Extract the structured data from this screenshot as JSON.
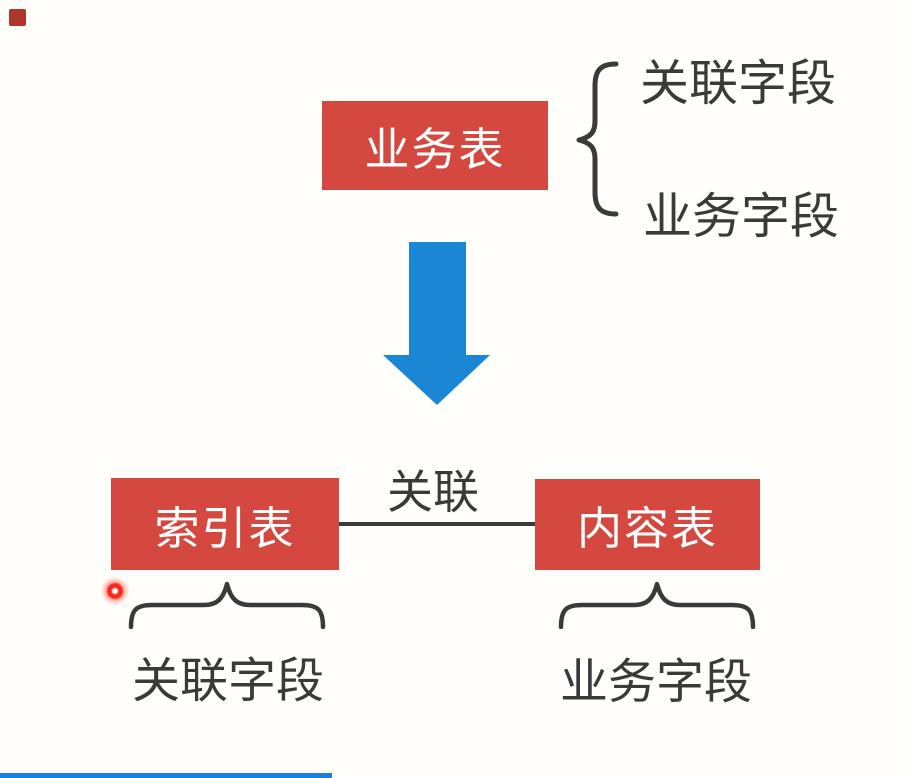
{
  "colors": {
    "background": "#fffefa",
    "accent_red": "#d4483f",
    "arrow_blue": "#1b86d3",
    "ink": "#3a3a3a",
    "overlay_square_red": "#ad352b",
    "overlay_progress_blue": "#1583dd",
    "laser_dot_red": "#f5281b",
    "box_text_white": "#ffffff"
  },
  "diagram": {
    "top": {
      "box_label": "业务表",
      "branch_top_label": "关联字段",
      "branch_bottom_label": "业务字段"
    },
    "bottom": {
      "left_box_label": "索引表",
      "right_box_label": "内容表",
      "link_label": "关联",
      "left_caption": "关联字段",
      "right_caption": "业务字段"
    }
  }
}
